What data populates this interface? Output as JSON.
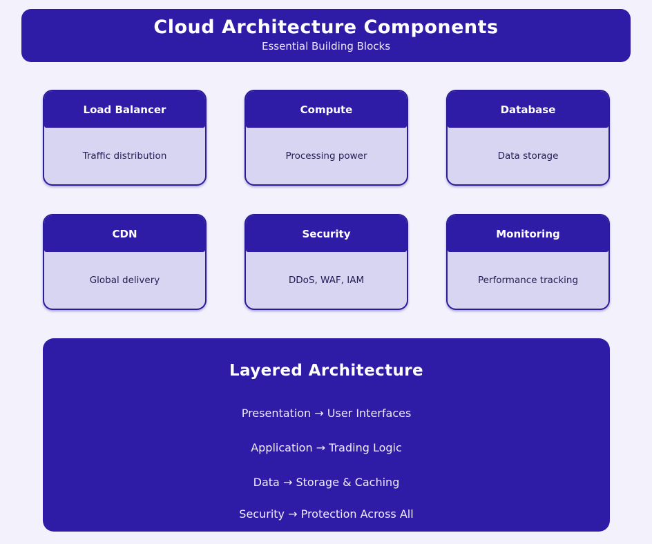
{
  "header": {
    "title": "Cloud Architecture Components",
    "subtitle": "Essential Building Blocks"
  },
  "cards": [
    {
      "title": "Load Balancer",
      "description": "Traffic distribution"
    },
    {
      "title": "Compute",
      "description": "Processing power"
    },
    {
      "title": "Database",
      "description": "Data storage"
    },
    {
      "title": "CDN",
      "description": "Global delivery"
    },
    {
      "title": "Security",
      "description": "DDoS, WAF, IAM"
    },
    {
      "title": "Monitoring",
      "description": "Performance tracking"
    }
  ],
  "layered": {
    "title": "Layered Architecture",
    "layers": [
      "Presentation → User Interfaces",
      "Application → Trading Logic",
      "Data → Storage & Caching",
      "Security → Protection Across All"
    ]
  },
  "colors": {
    "primary": "#2e1ca6",
    "card_body": "#d8d5f2",
    "card_border": "#2a1b96",
    "background": "#f3f1fc",
    "dark_text": "#221c55"
  }
}
